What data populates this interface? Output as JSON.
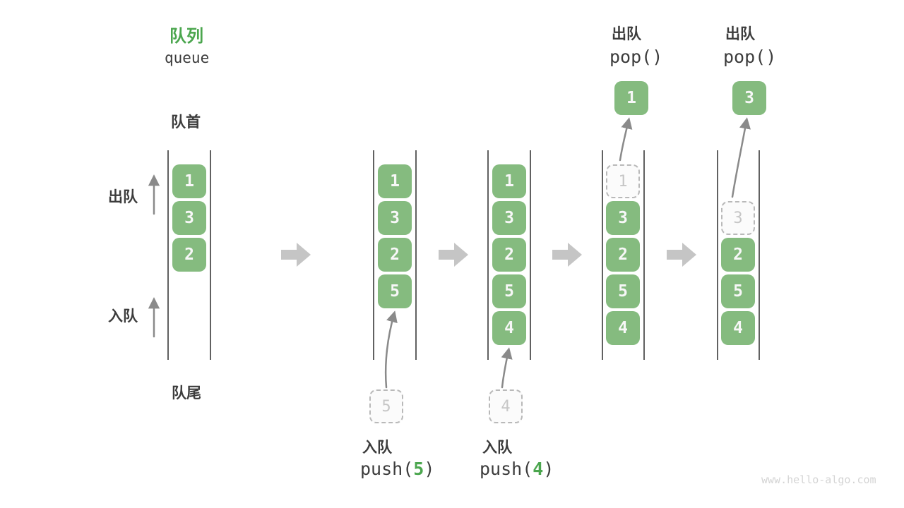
{
  "title": {
    "zh": "队列",
    "en": "queue"
  },
  "side_labels": {
    "front": "队首",
    "rear": "队尾",
    "dequeue": "出队",
    "enqueue": "入队"
  },
  "columns": [
    {
      "boxes": [
        "1",
        "3",
        "2"
      ]
    },
    {
      "boxes": [
        "1",
        "3",
        "2",
        "5"
      ],
      "pending": "5"
    },
    {
      "boxes": [
        "1",
        "3",
        "2",
        "5",
        "4"
      ],
      "pending": "4"
    },
    {
      "ghost": "1",
      "boxes": [
        "3",
        "2",
        "5",
        "4"
      ],
      "popped": "1",
      "header": {
        "zh": "出队",
        "code": "pop()"
      }
    },
    {
      "ghost": "3",
      "boxes": [
        "2",
        "5",
        "4"
      ],
      "popped": "3",
      "header": {
        "zh": "出队",
        "code": "pop()"
      }
    }
  ],
  "ops": [
    {
      "zh": "入队",
      "fn_open": "push(",
      "arg": "5",
      "fn_close": ")"
    },
    {
      "zh": "入队",
      "fn_open": "push(",
      "arg": "4",
      "fn_close": ")"
    }
  ],
  "watermark": "www.hello-algo.com",
  "colors": {
    "green_box": "#85bb7f",
    "green_accent": "#4ba64e",
    "box_digit": "#f7f7f7",
    "chevron": "#c5c5c5",
    "thin_arrow": "#8a8a8a",
    "dashed_border": "#b9b9b9",
    "dashed_text": "#c6c6c6",
    "dark_text": "#3c3c3c",
    "wall": "#616161",
    "watermark": "#d4d4d4"
  }
}
